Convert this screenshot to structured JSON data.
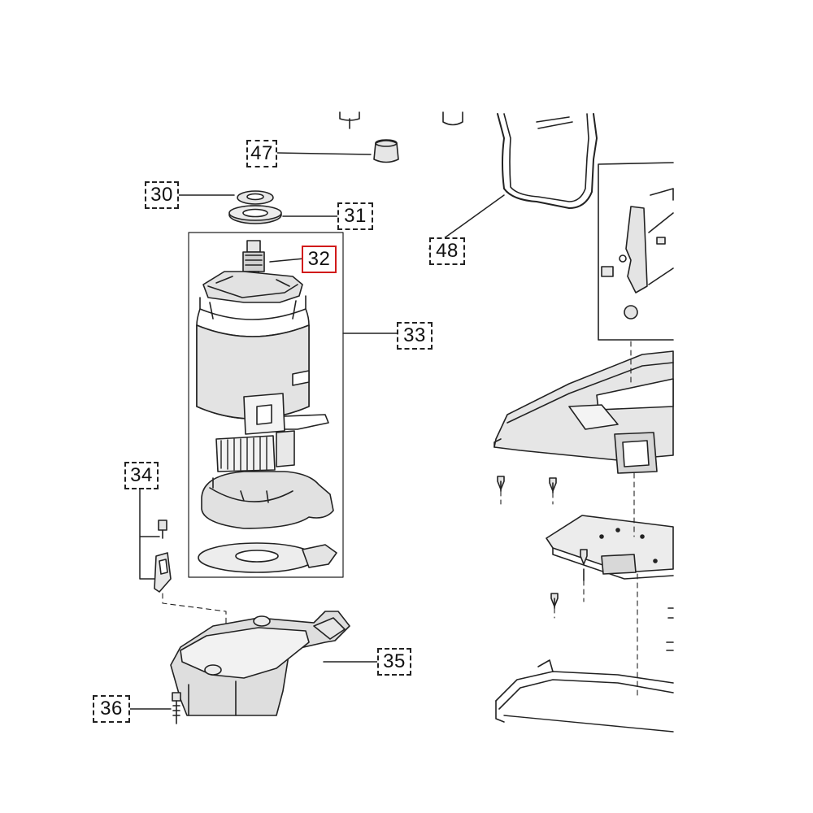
{
  "diagram": {
    "type": "exploded-parts-diagram",
    "callouts": [
      {
        "id": "47",
        "label": "47",
        "highlighted": false
      },
      {
        "id": "30",
        "label": "30",
        "highlighted": false
      },
      {
        "id": "31",
        "label": "31",
        "highlighted": false
      },
      {
        "id": "32",
        "label": "32",
        "highlighted": true
      },
      {
        "id": "33",
        "label": "33",
        "highlighted": false
      },
      {
        "id": "48",
        "label": "48",
        "highlighted": false
      },
      {
        "id": "34",
        "label": "34",
        "highlighted": false
      },
      {
        "id": "35",
        "label": "35",
        "highlighted": false
      },
      {
        "id": "36",
        "label": "36",
        "highlighted": false
      }
    ],
    "colors": {
      "line": "#222222",
      "highlight": "#d11a1a",
      "fill_light": "#e6e6e6",
      "fill_mid": "#cfcfcf"
    }
  }
}
